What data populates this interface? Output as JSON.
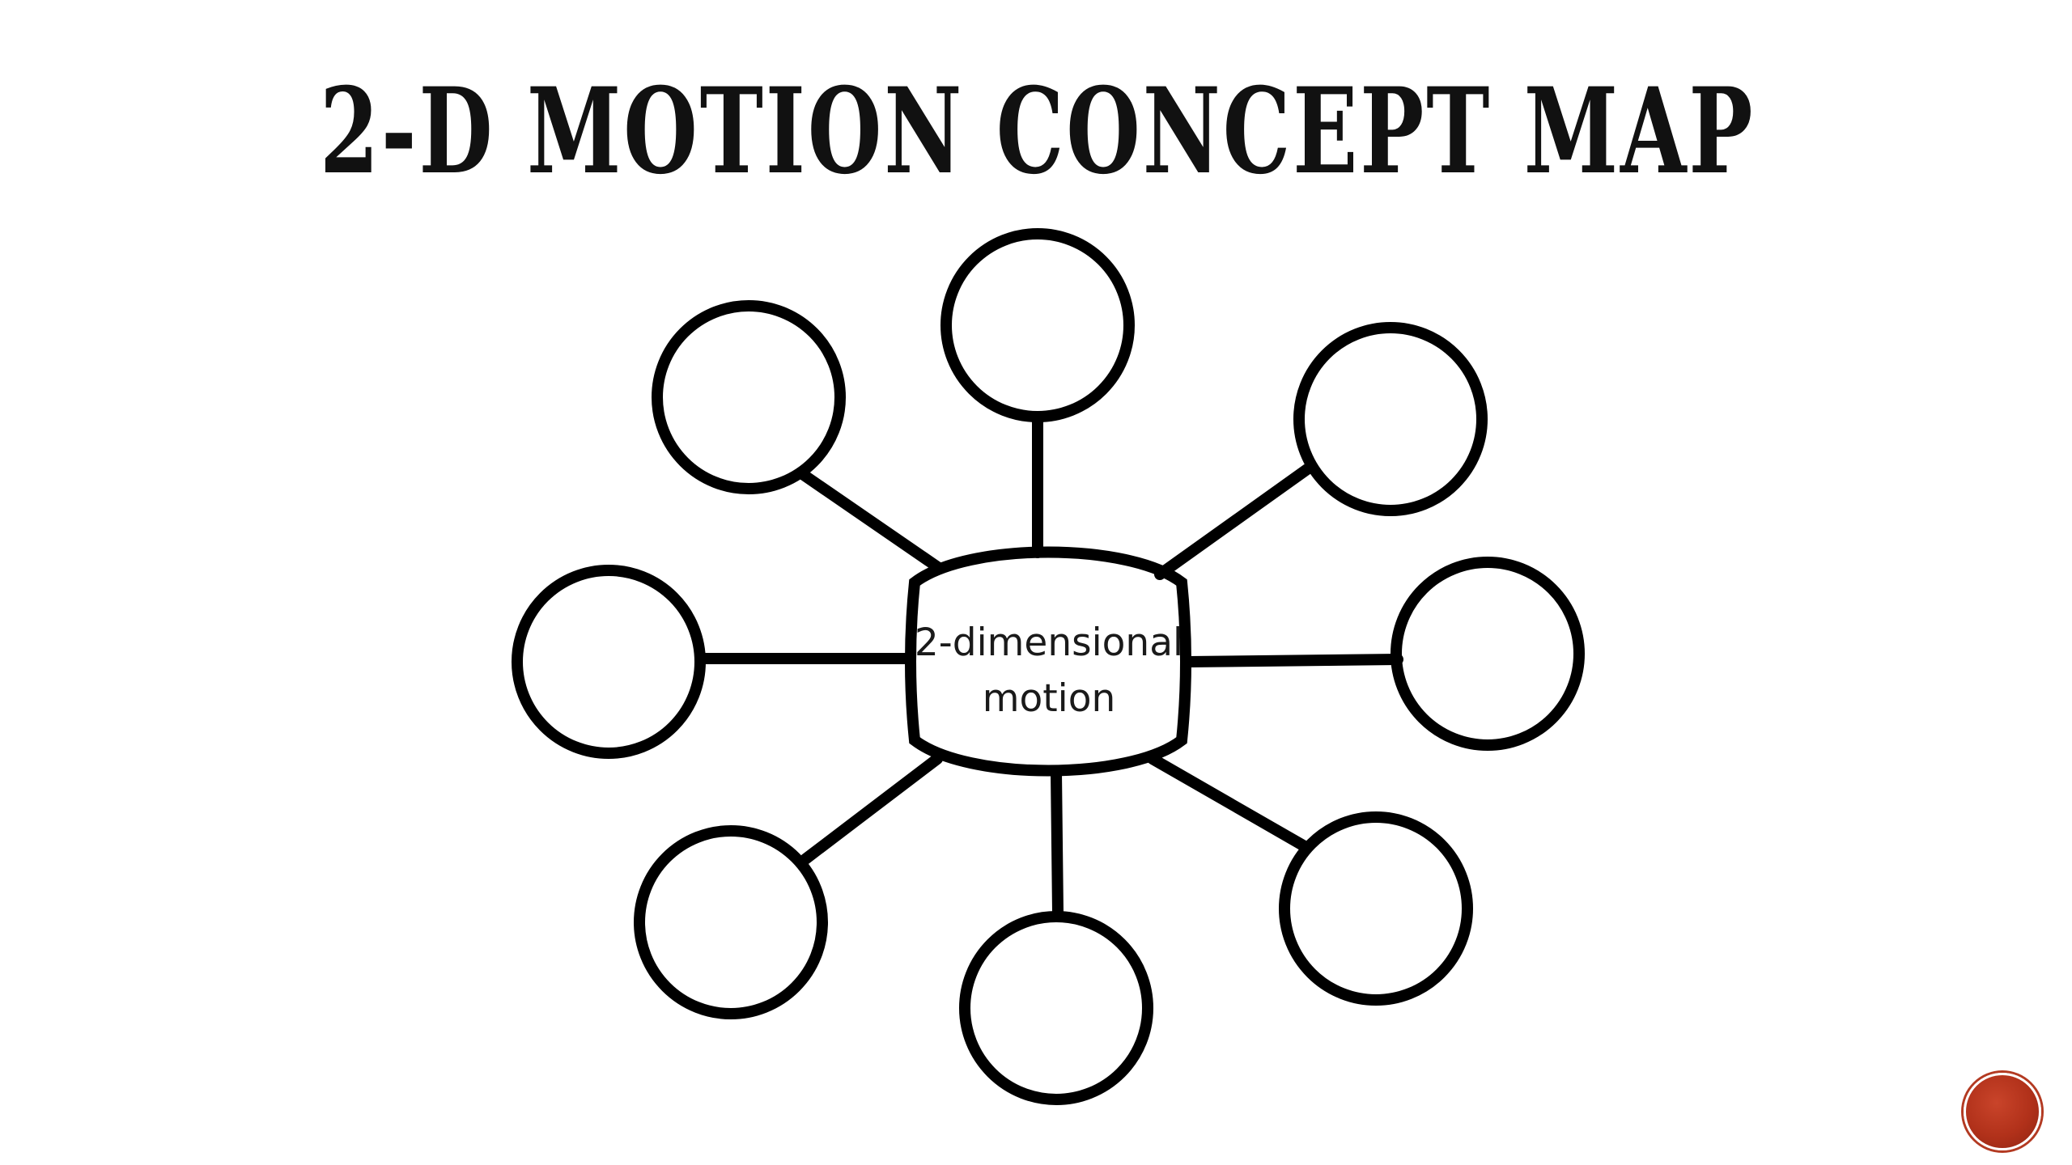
{
  "slide": {
    "title": "2-D MOTION CONCEPT MAP"
  },
  "concept_map": {
    "center": {
      "line1": "2-dimensional",
      "line2": "motion"
    },
    "outer_node_count": 8
  },
  "colors": {
    "stroke": "#000000",
    "background": "#ffffff",
    "accent": "#b1311a"
  },
  "icons": {
    "page_indicator": "circle-badge-icon"
  }
}
